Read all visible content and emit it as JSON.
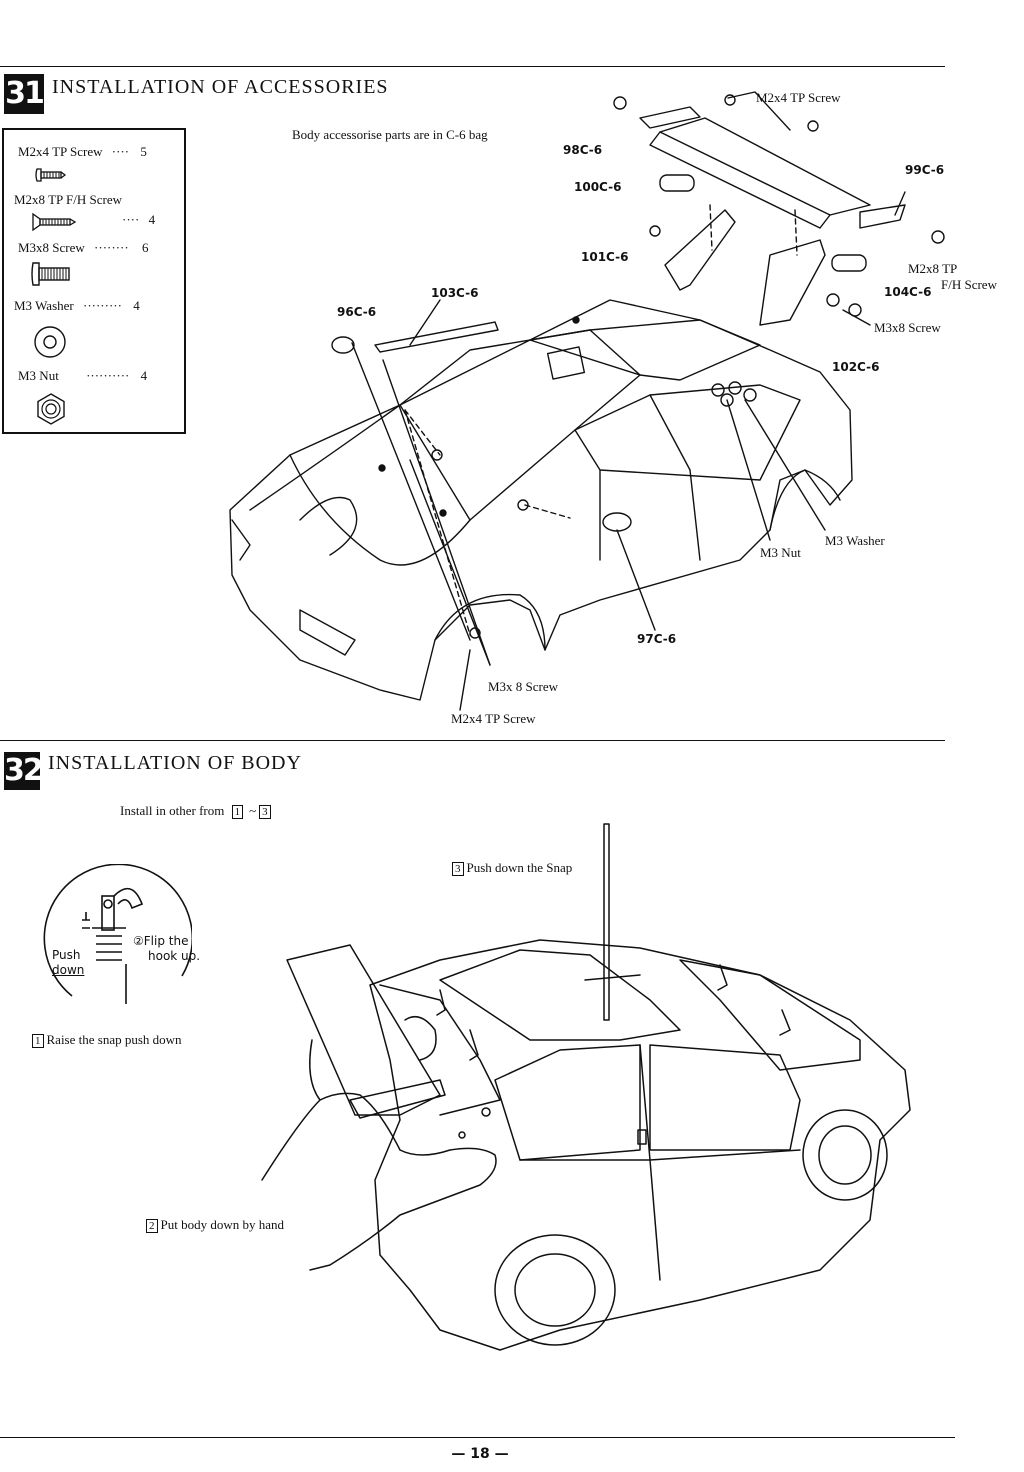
{
  "section31": {
    "number": "31",
    "title": "INSTALLATION OF ACCESSORIES",
    "note": "Body accessorise parts are in C-6 bag",
    "parts": [
      {
        "name": "M2x4 TP Screw",
        "dots": "····",
        "qty": "5",
        "icon": "tp-screw-icon"
      },
      {
        "name": "M2x8 TP F/H Screw",
        "dots": "····",
        "qty": "4",
        "icon": "long-tp-screw-icon"
      },
      {
        "name": "M3x8 Screw",
        "dots": "········",
        "qty": "6",
        "icon": "machine-screw-icon"
      },
      {
        "name": "M3 Washer",
        "dots": "·········",
        "qty": "4",
        "icon": "washer-icon"
      },
      {
        "name": "M3 Nut",
        "dots": "··········",
        "qty": "4",
        "icon": "hex-nut-icon"
      }
    ],
    "labels": {
      "m2x4_top": "M2x4 TP Screw",
      "m2x8_line1": "M2x8 TP",
      "m2x8_line2": "F/H  Screw",
      "m3x8_right": "M3x8 Screw",
      "m3_washer": "M3 Washer",
      "m3_nut": "M3 Nut",
      "m3x8_bottom": "M3x 8 Screw",
      "m2x4_bottom": "M2x4 TP Screw"
    },
    "part_numbers": {
      "p98": "98C-6",
      "p100": "100C-6",
      "p99": "99C-6",
      "p101": "101C-6",
      "p103": "103C-6",
      "p96": "96C-6",
      "p104": "104C-6",
      "p102": "102C-6",
      "p97": "97C-6"
    }
  },
  "section32": {
    "number": "32",
    "title": "INSTALLATION OF BODY",
    "instruction_text": "Install in other from",
    "step_from": "1",
    "step_sep": "~",
    "step_to": "3",
    "steps": [
      {
        "num": "1",
        "text": "Raise the snap push down"
      },
      {
        "num": "2",
        "text": "Put body down by hand"
      },
      {
        "num": "3",
        "text": "Push down the Snap"
      }
    ],
    "detail": {
      "push_line1": "Push",
      "push_line2": "down",
      "flip_line1": "②Flip the",
      "flip_line2": "hook up."
    }
  },
  "page_number": "— 18 —"
}
